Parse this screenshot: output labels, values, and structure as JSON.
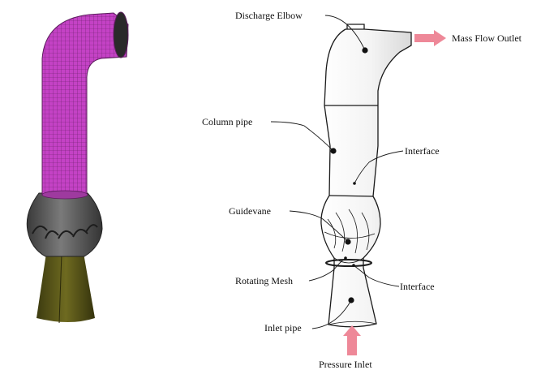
{
  "labels": {
    "discharge_elbow": "Discharge Elbow",
    "mass_flow_outlet": "Mass Flow Outlet",
    "column_pipe": "Column pipe",
    "interface_upper": "Interface",
    "guidevane": "Guidevane",
    "rotating_mesh": "Rotating Mesh",
    "interface_lower": "Interface",
    "inlet_pipe": "Inlet pipe",
    "pressure_inlet": "Pressure Inlet"
  },
  "colors": {
    "elbow_mesh": "#c23fc3",
    "bowl": "#5a5a5a",
    "inlet": "#5d5a17",
    "flow_arrow": "#ee8898"
  },
  "icons": {
    "outlet_arrow": "right-arrow",
    "inlet_arrow": "up-arrow"
  }
}
